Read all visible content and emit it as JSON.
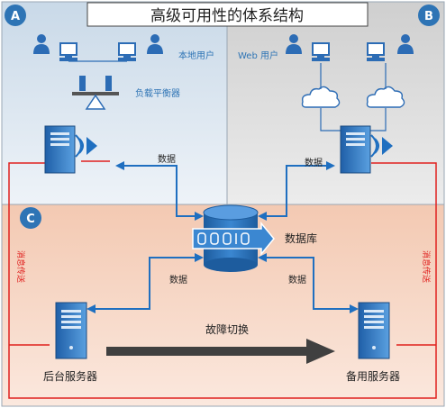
{
  "title": "高级可用性的体系结构",
  "zones": {
    "a": {
      "badge": "A"
    },
    "b": {
      "badge": "B"
    },
    "c": {
      "badge": "C"
    }
  },
  "labels": {
    "local_users": "本地用户",
    "web_users": "Web 用户",
    "load_balancer": "负载平衡器",
    "data_left": "数据",
    "data_right": "数据",
    "data_bottom_left": "数据",
    "data_bottom_right": "数据",
    "database": "数据库",
    "failover": "故障切换",
    "backend_server": "后台服务器",
    "standby_server": "备用服务器",
    "msg_left": "消息传送",
    "msg_right": "消息传送"
  },
  "colors": {
    "zone_a": "#dce8f2",
    "zone_b": "#d9d9d9",
    "zone_c": "#f6d3bf",
    "badge": "#2e74b5",
    "blue_text": "#2e74b5",
    "link_red": "#e0201e",
    "arrow_blue": "#1f6fc0",
    "dark_arrow": "#404040"
  }
}
